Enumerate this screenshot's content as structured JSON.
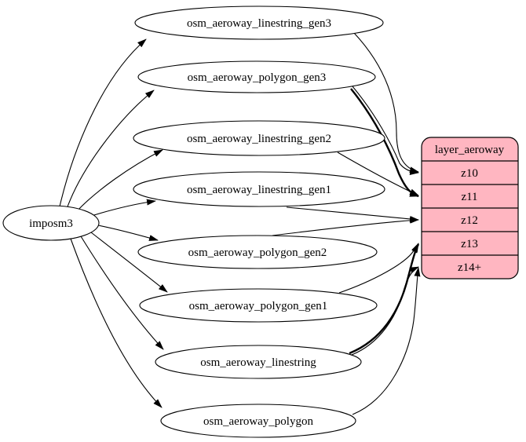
{
  "diagram": {
    "background": "#ffffff",
    "source": {
      "label": "imposm3"
    },
    "tables": [
      {
        "label": "osm_aeroway_linestring_gen3"
      },
      {
        "label": "osm_aeroway_polygon_gen3"
      },
      {
        "label": "osm_aeroway_linestring_gen2"
      },
      {
        "label": "osm_aeroway_linestring_gen1"
      },
      {
        "label": "osm_aeroway_polygon_gen2"
      },
      {
        "label": "osm_aeroway_polygon_gen1"
      },
      {
        "label": "osm_aeroway_linestring"
      },
      {
        "label": "osm_aeroway_polygon"
      }
    ],
    "layer": {
      "title": "layer_aeroway",
      "rows": [
        "z10",
        "z11",
        "z12",
        "z13",
        "z14+"
      ],
      "fill": "#FFB6C1",
      "stroke": "#000000"
    },
    "edges": [
      {
        "from": "imposm3",
        "to": "osm_aeroway_linestring_gen3"
      },
      {
        "from": "imposm3",
        "to": "osm_aeroway_polygon_gen3"
      },
      {
        "from": "imposm3",
        "to": "osm_aeroway_linestring_gen2"
      },
      {
        "from": "imposm3",
        "to": "osm_aeroway_linestring_gen1"
      },
      {
        "from": "imposm3",
        "to": "osm_aeroway_polygon_gen2"
      },
      {
        "from": "imposm3",
        "to": "osm_aeroway_polygon_gen1"
      },
      {
        "from": "imposm3",
        "to": "osm_aeroway_linestring"
      },
      {
        "from": "imposm3",
        "to": "osm_aeroway_polygon"
      },
      {
        "from": "osm_aeroway_linestring_gen3",
        "to": "z10"
      },
      {
        "from": "osm_aeroway_polygon_gen3",
        "to": "z10"
      },
      {
        "from": "osm_aeroway_polygon_gen3",
        "to": "z11"
      },
      {
        "from": "osm_aeroway_linestring_gen2",
        "to": "z11"
      },
      {
        "from": "osm_aeroway_linestring_gen1",
        "to": "z12"
      },
      {
        "from": "osm_aeroway_polygon_gen2",
        "to": "z12"
      },
      {
        "from": "osm_aeroway_polygon_gen1",
        "to": "z13"
      },
      {
        "from": "osm_aeroway_linestring",
        "to": "z13"
      },
      {
        "from": "osm_aeroway_linestring",
        "to": "z14+"
      },
      {
        "from": "osm_aeroway_polygon",
        "to": "z14+"
      }
    ]
  }
}
